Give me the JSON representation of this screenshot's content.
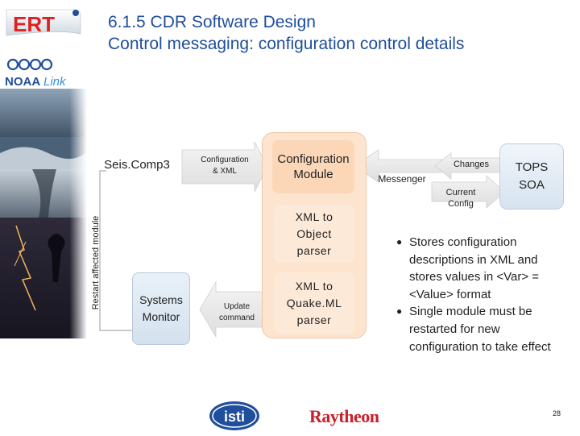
{
  "header": {
    "title_line1": "6.1.5 CDR Software Design",
    "title_line2": "Control messaging: configuration control details"
  },
  "logos": {
    "ert": "ERT",
    "noaa": "NOAA",
    "noaa_link": "Link",
    "isti": "isti",
    "raytheon": "Raytheon"
  },
  "diagram": {
    "restart_label": "Restart affected module",
    "seiscomp": "Seis.Comp3",
    "systems_monitor": [
      "Systems",
      "Monitor"
    ],
    "config_xml": [
      "Configuration",
      "& XML"
    ],
    "update_command": [
      "Update",
      "command"
    ],
    "config_module": [
      "Configuration",
      "Module"
    ],
    "xml_object": [
      "XML to",
      "Object",
      "parser"
    ],
    "xml_quakeml": [
      "XML to",
      "Quake.ML",
      "parser"
    ],
    "messenger": "Messenger",
    "changes": "Changes",
    "current_config": [
      "Current",
      "Config"
    ],
    "tops_soa": [
      "TOPS",
      "SOA"
    ]
  },
  "bullets": [
    "Stores configuration descriptions in XML and stores values in <Var> = <Value> format",
    "Single module must be restarted for new configuration to take effect"
  ],
  "page_number": "28",
  "colors": {
    "title": "#1f4e9c",
    "config_column": "#fde4cf",
    "raytheon": "#c8202a"
  }
}
